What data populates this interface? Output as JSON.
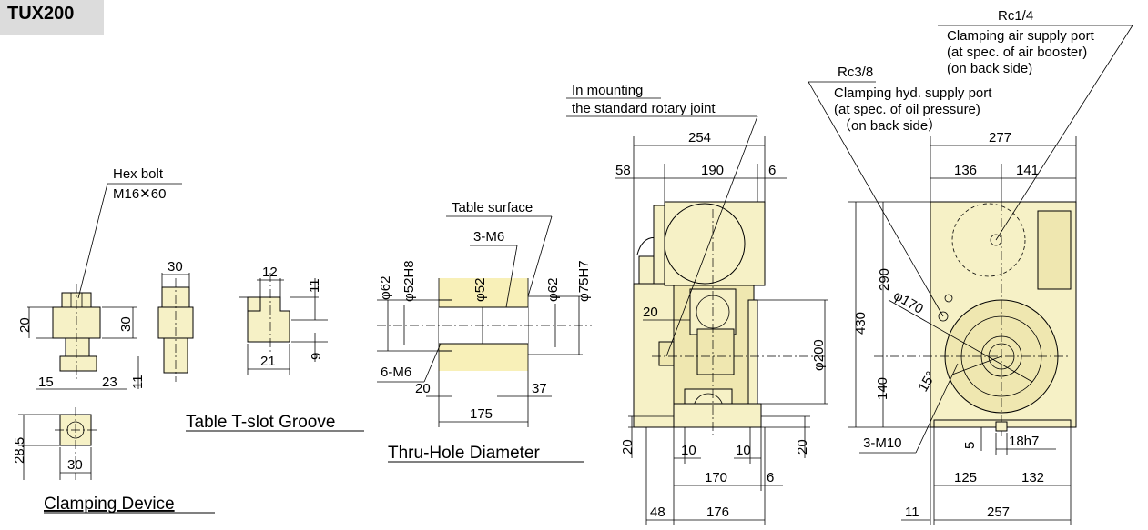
{
  "model": "TUX200",
  "captions": {
    "clamping_device": "Clamping Device",
    "tslot": "Table T-slot Groove",
    "thru_hole": "Thru-Hole Diameter"
  },
  "callouts": {
    "hex_bolt": "Hex bolt",
    "hex_bolt_size": "M16✕60",
    "table_surface": "Table surface",
    "m6_3": "3-M6",
    "m6_6": "6-M6",
    "mount_1": "In mounting",
    "mount_2": "the standard rotary joint",
    "rc38": "Rc3/8",
    "hyd_1": "Clamping hyd. supply port",
    "hyd_2": "(at spec. of oil pressure)",
    "hyd_3": "（on back side）",
    "rc14": "Rc1/4",
    "air_1": "Clamping air supply port",
    "air_2": "(at spec. of air booster)",
    "air_3": "(on back side)",
    "m10": "3-M10"
  },
  "dims": {
    "clamp": {
      "d20": "20",
      "d30a": "30",
      "d15": "15",
      "d23": "23",
      "d11": "11",
      "d30b": "30",
      "d28_5": "28.5",
      "d30c": "30"
    },
    "tslot": {
      "d12": "12",
      "d11": "11",
      "d9": "9",
      "d21": "21"
    },
    "thru": {
      "d62a": "φ62",
      "d52h8": "φ52H8",
      "d52": "φ52",
      "d62b": "φ62",
      "d75h7": "φ75H7",
      "d20": "20",
      "d37": "37",
      "d175": "175"
    },
    "side": {
      "d254": "254",
      "d58": "58",
      "d190": "190",
      "d6a": "6",
      "d20a": "20",
      "d200": "φ200",
      "d20b": "20",
      "d20c": "20",
      "d10a": "10",
      "d10b": "10",
      "d170": "170",
      "d6b": "6",
      "d48": "48",
      "d176": "176"
    },
    "front": {
      "d277": "277",
      "d136": "136",
      "d141": "141",
      "d290": "290",
      "d430": "430",
      "d170": "φ170",
      "d15deg": "15°",
      "d140": "140",
      "d5": "5",
      "d18h7": "18h7",
      "d125": "125",
      "d132": "132",
      "d11": "11",
      "d257": "257"
    }
  }
}
